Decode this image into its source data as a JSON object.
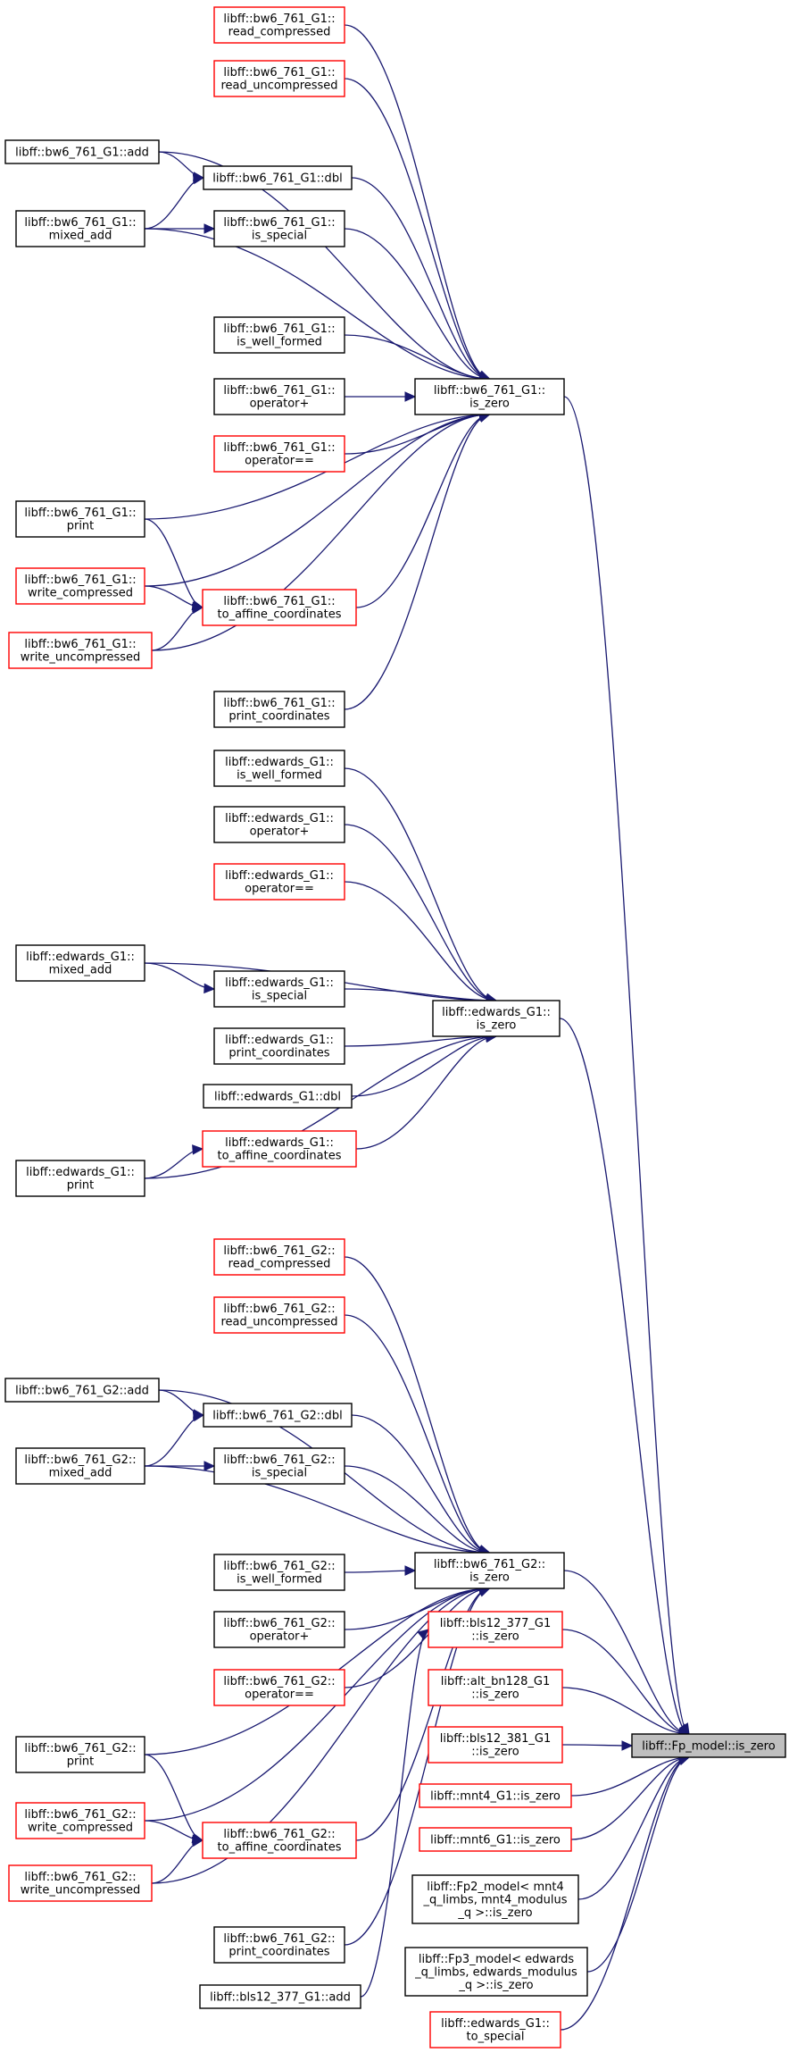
{
  "colors": {
    "edge": "#191970",
    "red_border": "#ff0000",
    "black_border": "#000000",
    "target_fill": "#bfbfbf"
  },
  "nodes": [
    {
      "id": "g1_read_comp",
      "lines": [
        "libff::bw6_761_G1::",
        "read_compressed"
      ],
      "border": "red"
    },
    {
      "id": "g1_read_uncomp",
      "lines": [
        "libff::bw6_761_G1::",
        "read_uncompressed"
      ],
      "border": "red"
    },
    {
      "id": "g1_add",
      "lines": [
        "libff::bw6_761_G1::add"
      ],
      "border": "black"
    },
    {
      "id": "g1_dbl",
      "lines": [
        "libff::bw6_761_G1::dbl"
      ],
      "border": "black"
    },
    {
      "id": "g1_mixed_add",
      "lines": [
        "libff::bw6_761_G1::",
        "mixed_add"
      ],
      "border": "black"
    },
    {
      "id": "g1_is_special",
      "lines": [
        "libff::bw6_761_G1::",
        "is_special"
      ],
      "border": "black"
    },
    {
      "id": "g1_is_well_formed",
      "lines": [
        "libff::bw6_761_G1::",
        "is_well_formed"
      ],
      "border": "black"
    },
    {
      "id": "g1_is_zero",
      "lines": [
        "libff::bw6_761_G1::",
        "is_zero"
      ],
      "border": "black"
    },
    {
      "id": "g1_opplus",
      "lines": [
        "libff::bw6_761_G1::",
        "operator+"
      ],
      "border": "black"
    },
    {
      "id": "g1_opeq",
      "lines": [
        "libff::bw6_761_G1::",
        "operator=="
      ],
      "border": "red"
    },
    {
      "id": "g1_print",
      "lines": [
        "libff::bw6_761_G1::",
        "print"
      ],
      "border": "black"
    },
    {
      "id": "g1_write_comp",
      "lines": [
        "libff::bw6_761_G1::",
        "write_compressed"
      ],
      "border": "red"
    },
    {
      "id": "g1_to_affine",
      "lines": [
        "libff::bw6_761_G1::",
        "to_affine_coordinates"
      ],
      "border": "red"
    },
    {
      "id": "g1_write_uncomp",
      "lines": [
        "libff::bw6_761_G1::",
        "write_uncompressed"
      ],
      "border": "red"
    },
    {
      "id": "g1_print_coords",
      "lines": [
        "libff::bw6_761_G1::",
        "print_coordinates"
      ],
      "border": "black"
    },
    {
      "id": "ed_is_well_formed",
      "lines": [
        "libff::edwards_G1::",
        "is_well_formed"
      ],
      "border": "black"
    },
    {
      "id": "ed_opplus",
      "lines": [
        "libff::edwards_G1::",
        "operator+"
      ],
      "border": "black"
    },
    {
      "id": "ed_opeq",
      "lines": [
        "libff::edwards_G1::",
        "operator=="
      ],
      "border": "red"
    },
    {
      "id": "ed_mixed_add",
      "lines": [
        "libff::edwards_G1::",
        "mixed_add"
      ],
      "border": "black"
    },
    {
      "id": "ed_is_special",
      "lines": [
        "libff::edwards_G1::",
        "is_special"
      ],
      "border": "black"
    },
    {
      "id": "ed_is_zero",
      "lines": [
        "libff::edwards_G1::",
        "is_zero"
      ],
      "border": "black"
    },
    {
      "id": "ed_print_coords",
      "lines": [
        "libff::edwards_G1::",
        "print_coordinates"
      ],
      "border": "black"
    },
    {
      "id": "ed_dbl",
      "lines": [
        "libff::edwards_G1::dbl"
      ],
      "border": "black"
    },
    {
      "id": "ed_to_affine",
      "lines": [
        "libff::edwards_G1::",
        "to_affine_coordinates"
      ],
      "border": "red"
    },
    {
      "id": "ed_print",
      "lines": [
        "libff::edwards_G1::",
        "print"
      ],
      "border": "black"
    },
    {
      "id": "g2_read_comp",
      "lines": [
        "libff::bw6_761_G2::",
        "read_compressed"
      ],
      "border": "red"
    },
    {
      "id": "g2_read_uncomp",
      "lines": [
        "libff::bw6_761_G2::",
        "read_uncompressed"
      ],
      "border": "red"
    },
    {
      "id": "g2_add",
      "lines": [
        "libff::bw6_761_G2::add"
      ],
      "border": "black"
    },
    {
      "id": "g2_dbl",
      "lines": [
        "libff::bw6_761_G2::dbl"
      ],
      "border": "black"
    },
    {
      "id": "g2_mixed_add",
      "lines": [
        "libff::bw6_761_G2::",
        "mixed_add"
      ],
      "border": "black"
    },
    {
      "id": "g2_is_special",
      "lines": [
        "libff::bw6_761_G2::",
        "is_special"
      ],
      "border": "black"
    },
    {
      "id": "g2_is_well_formed",
      "lines": [
        "libff::bw6_761_G2::",
        "is_well_formed"
      ],
      "border": "black"
    },
    {
      "id": "g2_is_zero",
      "lines": [
        "libff::bw6_761_G2::",
        "is_zero"
      ],
      "border": "black"
    },
    {
      "id": "g2_opplus",
      "lines": [
        "libff::bw6_761_G2::",
        "operator+"
      ],
      "border": "black"
    },
    {
      "id": "g2_opeq",
      "lines": [
        "libff::bw6_761_G2::",
        "operator=="
      ],
      "border": "red"
    },
    {
      "id": "g2_print",
      "lines": [
        "libff::bw6_761_G2::",
        "print"
      ],
      "border": "black"
    },
    {
      "id": "g2_write_comp",
      "lines": [
        "libff::bw6_761_G2::",
        "write_compressed"
      ],
      "border": "red"
    },
    {
      "id": "g2_to_affine",
      "lines": [
        "libff::bw6_761_G2::",
        "to_affine_coordinates"
      ],
      "border": "red"
    },
    {
      "id": "g2_write_uncomp",
      "lines": [
        "libff::bw6_761_G2::",
        "write_uncompressed"
      ],
      "border": "red"
    },
    {
      "id": "g2_print_coords",
      "lines": [
        "libff::bw6_761_G2::",
        "print_coordinates"
      ],
      "border": "black"
    },
    {
      "id": "bls377_add",
      "lines": [
        "libff::bls12_377_G1::add"
      ],
      "border": "black"
    },
    {
      "id": "bls377_is_zero",
      "lines": [
        "libff::bls12_377_G1",
        "::is_zero"
      ],
      "border": "red"
    },
    {
      "id": "altbn_is_zero",
      "lines": [
        "libff::alt_bn128_G1",
        "::is_zero"
      ],
      "border": "red"
    },
    {
      "id": "bls381_is_zero",
      "lines": [
        "libff::bls12_381_G1",
        "::is_zero"
      ],
      "border": "red"
    },
    {
      "id": "mnt4_is_zero",
      "lines": [
        "libff::mnt4_G1::is_zero"
      ],
      "border": "red"
    },
    {
      "id": "mnt6_is_zero",
      "lines": [
        "libff::mnt6_G1::is_zero"
      ],
      "border": "red"
    },
    {
      "id": "fp2_is_zero",
      "lines": [
        "libff::Fp2_model< mnt4",
        "_q_limbs, mnt4_modulus",
        "_q >::is_zero"
      ],
      "border": "black"
    },
    {
      "id": "fp3_is_zero",
      "lines": [
        "libff::Fp3_model< edwards",
        "_q_limbs, edwards_modulus",
        "_q >::is_zero"
      ],
      "border": "black"
    },
    {
      "id": "ed_to_special",
      "lines": [
        "libff::edwards_G1::",
        "to_special"
      ],
      "border": "red"
    },
    {
      "id": "fp_is_zero",
      "lines": [
        "libff::Fp_model::is_zero"
      ],
      "border": "gray"
    }
  ]
}
